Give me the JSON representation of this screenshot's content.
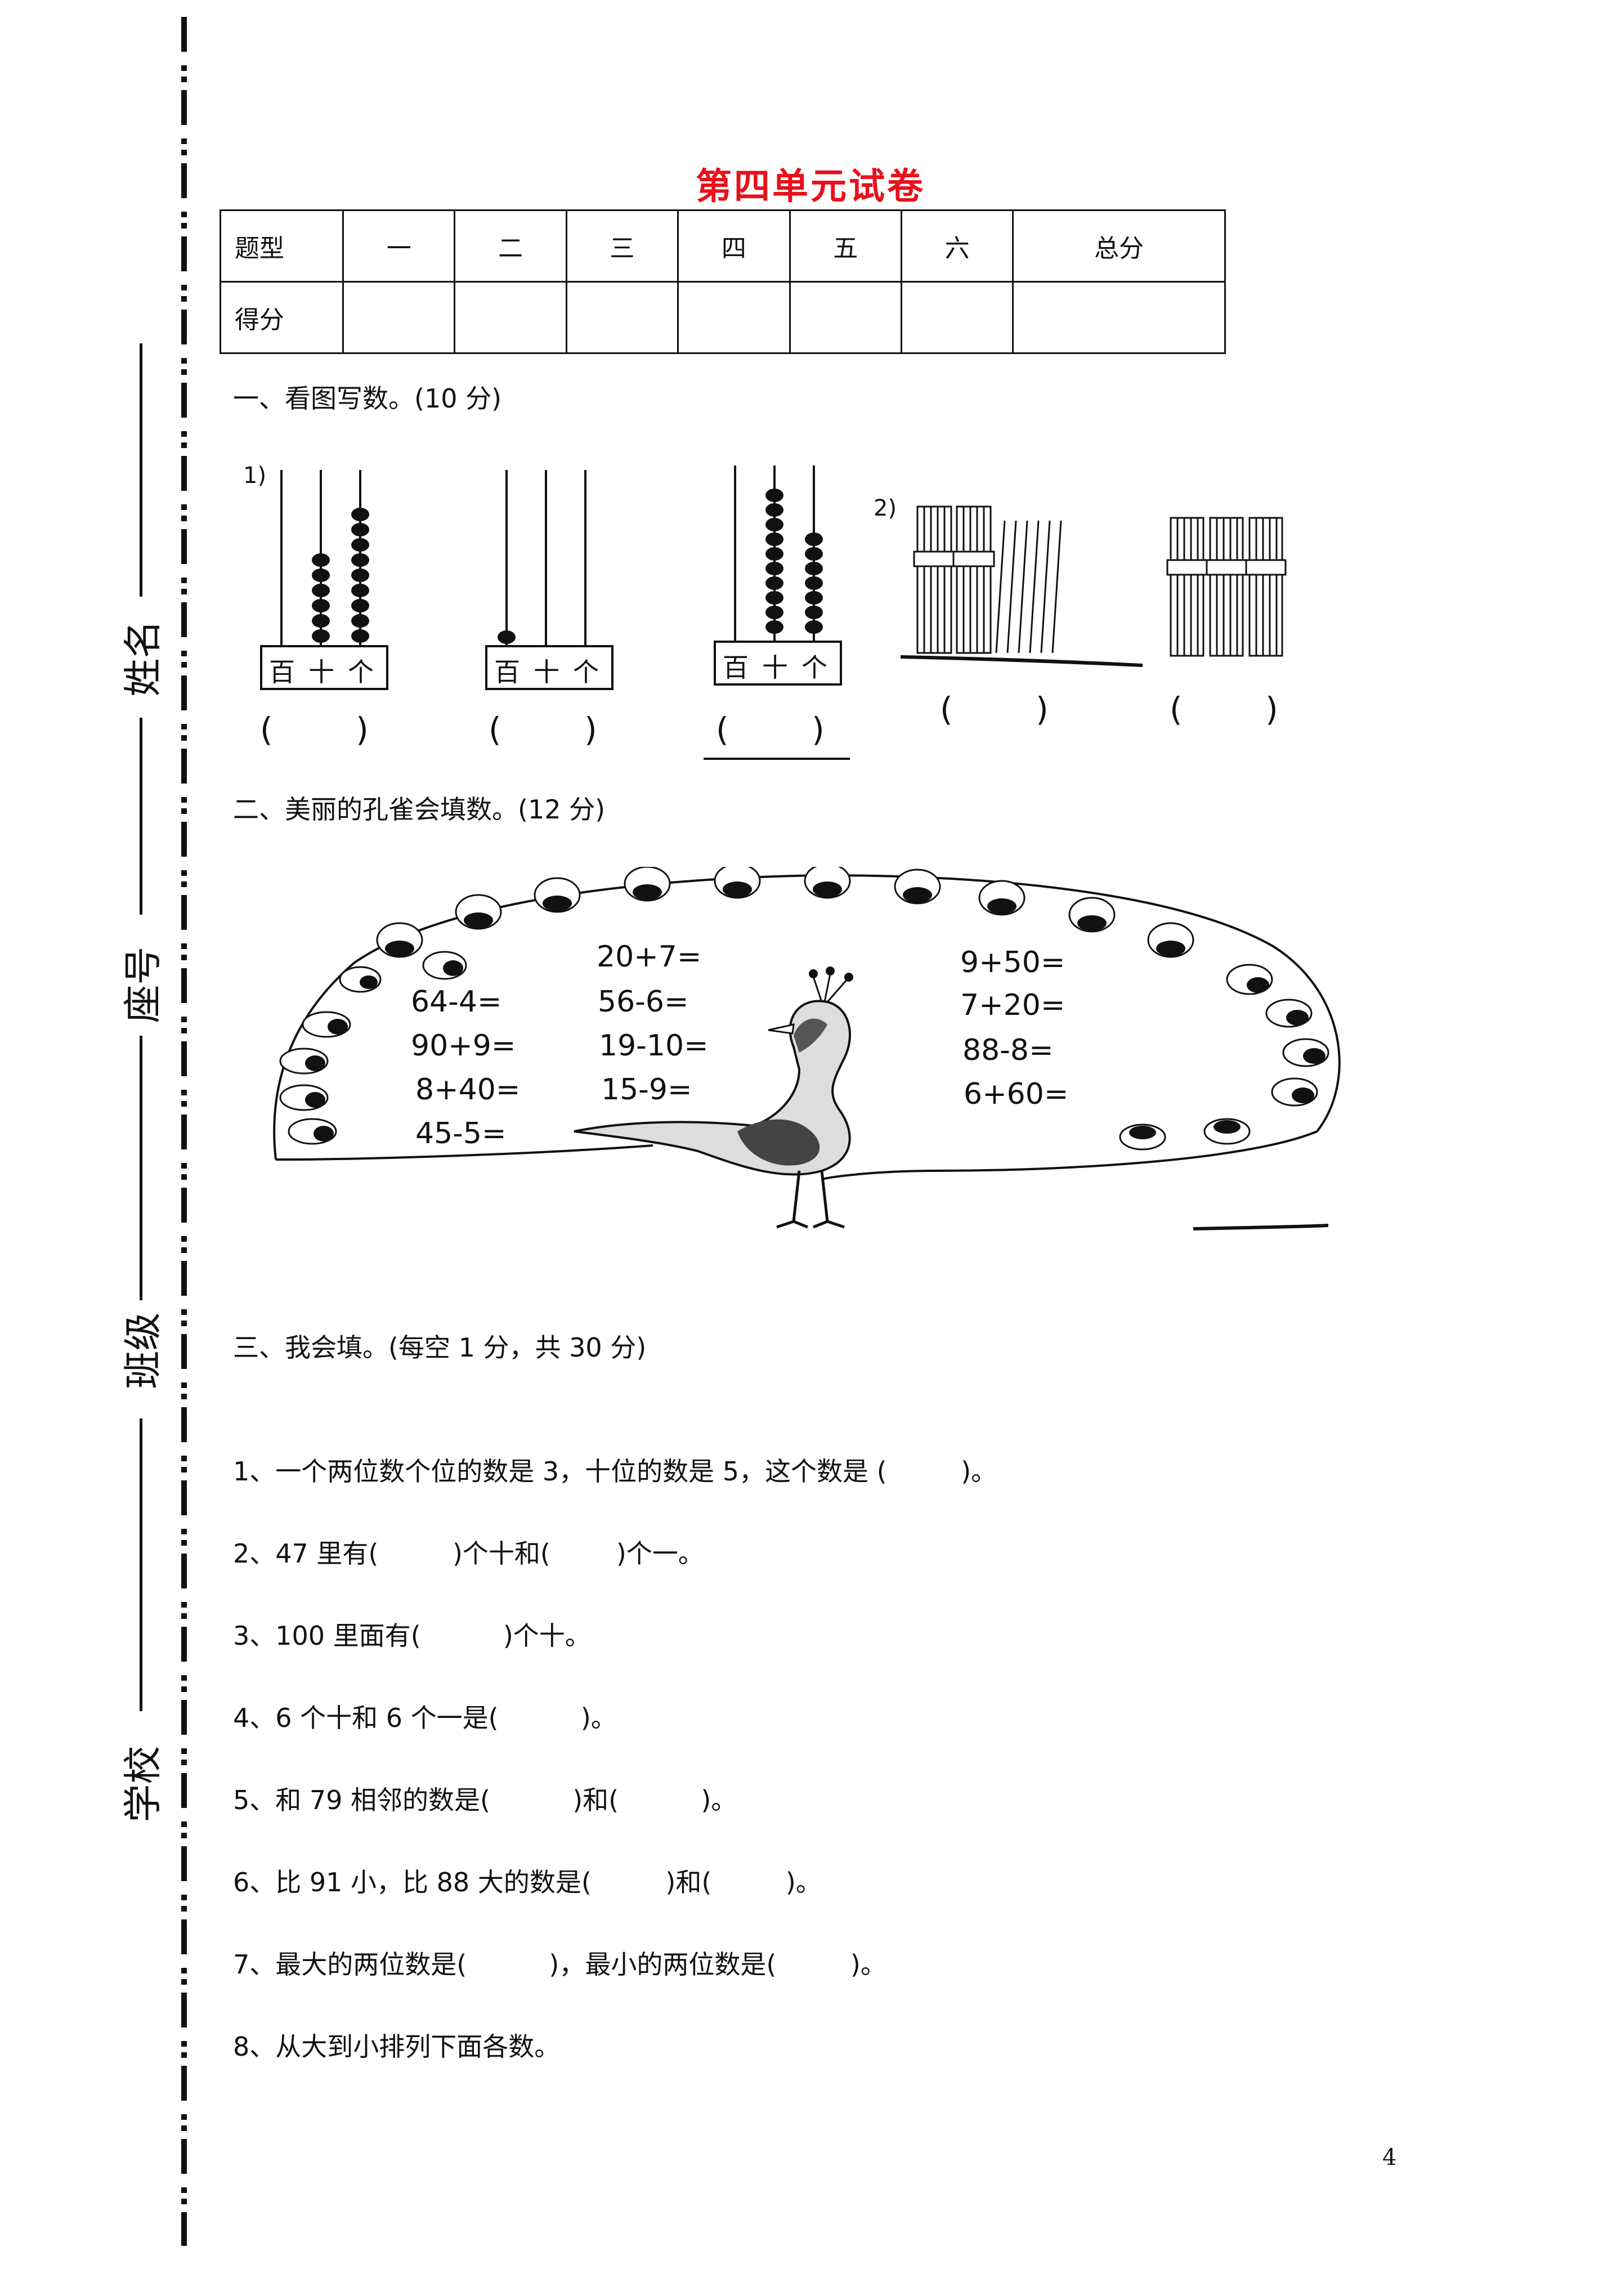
{
  "title": "第四单元试卷",
  "binding": {
    "name_label": "姓名",
    "seat_label": "座号",
    "class_label": "班级",
    "school_label": "学校"
  },
  "score_table": {
    "header": [
      "题型",
      "一",
      "二",
      "三",
      "四",
      "五",
      "六",
      "总分"
    ],
    "row2_label": "得分"
  },
  "section1": {
    "heading": "一、看图写数。(10 分)",
    "marker_a": "1)",
    "marker_b": "2)",
    "abacus_place_labels": [
      "百",
      "十",
      "个"
    ],
    "answer_paren": "(        )"
  },
  "section2": {
    "heading": "二、美丽的孔雀会填数。(12 分)",
    "left_equations": [
      "64-4=",
      "90+9=",
      "8+40=",
      "45-5="
    ],
    "middle_equations": [
      "20+7=",
      "56-6=",
      "19-10=",
      "15-9="
    ],
    "right_equations": [
      "9+50=",
      "7+20=",
      "88-8=",
      "6+60="
    ]
  },
  "section3": {
    "heading": "三、我会填。(每空 1 分，共 30 分)",
    "questions": [
      "1、一个两位数个位的数是 3，十位的数是 5，这个数是 (         )。",
      "2、47 里有(         )个十和(        )个一。",
      "3、100 里面有(          )个十。",
      "4、6 个十和 6 个一是(          )。",
      "5、和 79 相邻的数是(          )和(          )。",
      "6、比 91 小，比 88 大的数是(         )和(         )。",
      "7、最大的两位数是(          )，最小的两位数是(         )。",
      "8、从大到小排列下面各数。"
    ]
  },
  "page_number": "4"
}
